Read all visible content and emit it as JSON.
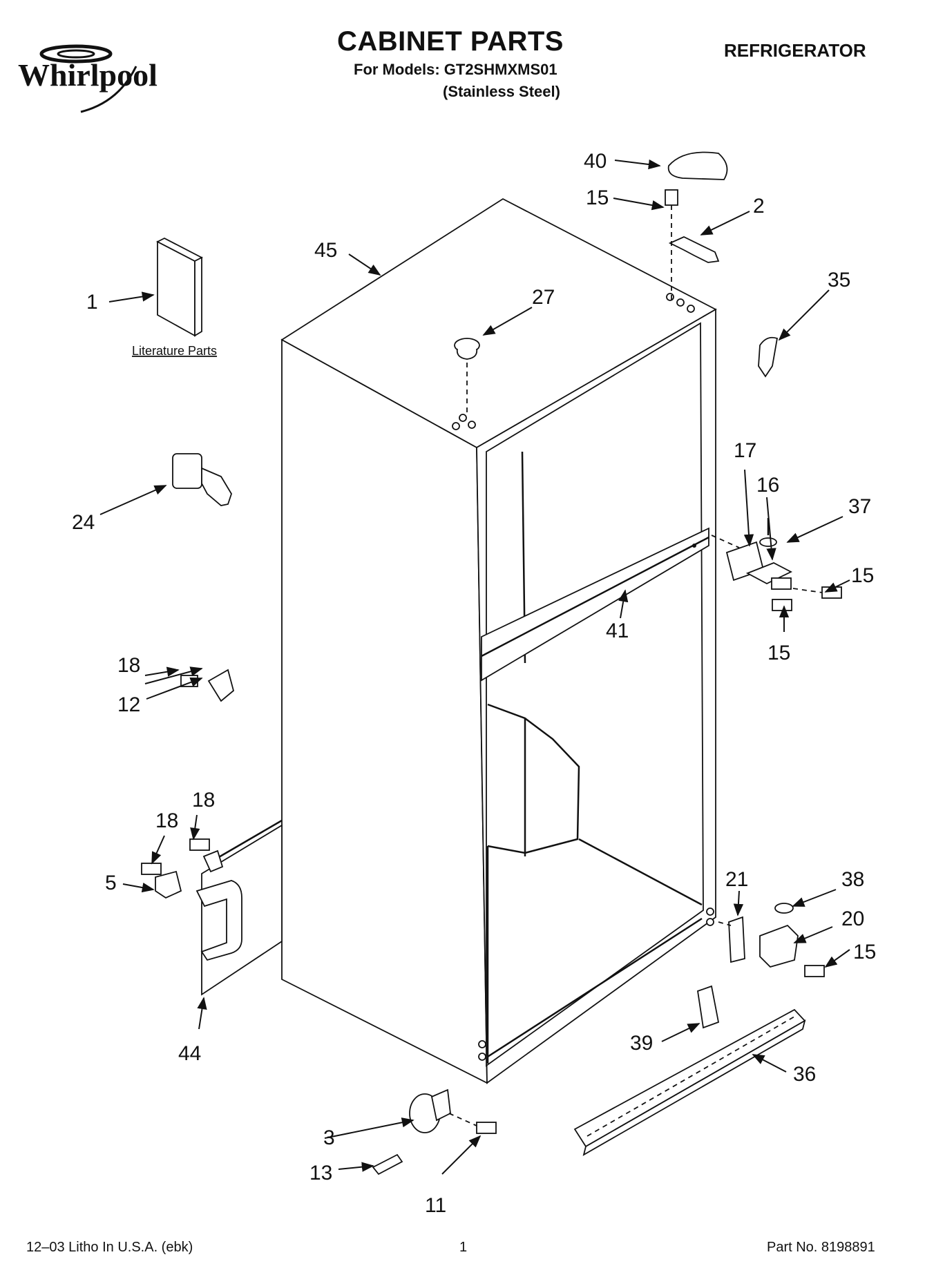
{
  "header": {
    "brand": "Whirlpool",
    "title": "CABINET PARTS",
    "models_line": "For Models: GT2SHMXMS01",
    "variant": "(Stainless Steel)",
    "appliance": "REFRIGERATOR"
  },
  "literature_label": "Literature Parts",
  "callouts": {
    "c1": "1",
    "c2": "2",
    "c3": "3",
    "c5": "5",
    "c11": "11",
    "c12": "12",
    "c13": "13",
    "c15a": "15",
    "c15b": "15",
    "c15c": "15",
    "c15d": "15",
    "c16": "16",
    "c17": "17",
    "c18a": "18",
    "c18b": "18",
    "c18c": "18",
    "c20": "20",
    "c21": "21",
    "c24": "24",
    "c27": "27",
    "c35": "35",
    "c36": "36",
    "c37": "37",
    "c38": "38",
    "c39": "39",
    "c40": "40",
    "c41": "41",
    "c44": "44",
    "c45": "45"
  },
  "footer": {
    "litho": "12–03 Litho In U.S.A. (ebk)",
    "page": "1",
    "part_no": "Part No. 8198891"
  }
}
